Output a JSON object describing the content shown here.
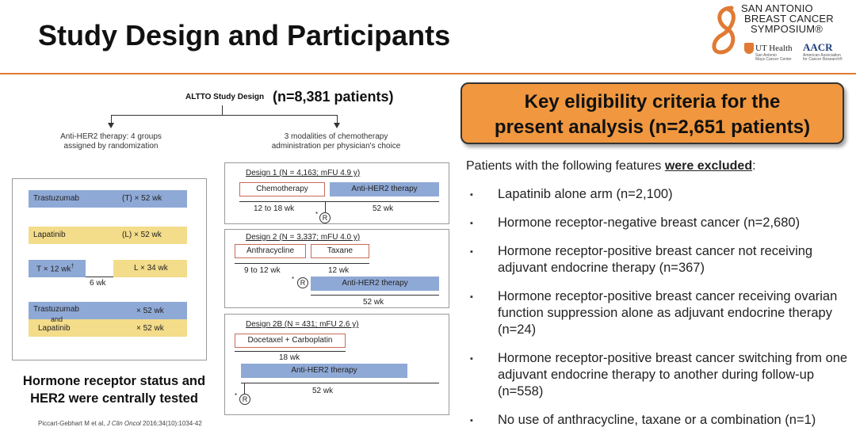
{
  "title": "Study Design and Participants",
  "logo": {
    "line1": "SAN ANTONIO",
    "line2": "BREAST CANCER",
    "line3": "SYMPOSIUM®",
    "ut_name": "UT Health",
    "ut_sub1": "San Antonio",
    "ut_sub2": "Mays Cancer Center",
    "aacr": "AACR",
    "aacr_sub1": "American Association",
    "aacr_sub2": "for Cancer Research®"
  },
  "design": {
    "study_label": "ALTTO Study Design",
    "study_n": "(n=8,381 patients)",
    "left_branch_l1": "Anti-HER2 therapy: 4 groups",
    "left_branch_l2": "assigned by randomization",
    "right_branch_l1": "3 modalities of chemotherapy",
    "right_branch_l2": "administration per physician's choice",
    "groups": {
      "g1_name": "Trastuzumab",
      "g1_dur": "(T) × 52 wk",
      "g2_name": "Lapatinib",
      "g2_dur": "(L) × 52 wk",
      "g3_a": "T × 12 wk",
      "g3_sup": "†",
      "g3_b": "L × 34 wk",
      "g3_gap": "6 wk",
      "g4_name1": "Trastuzumab",
      "g4_and": "and",
      "g4_name2": "Lapatinib",
      "g4_dur1": "× 52 wk",
      "g4_dur2": "× 52 wk"
    },
    "design1": {
      "title": "Design 1 (N = 4,163; mFU 4.9 y)",
      "chemo": "Chemotherapy",
      "anti": "Anti-HER2 therapy",
      "dur_chemo": "12 to 18 wk",
      "dur_anti": "52 wk",
      "r": "R",
      "star": "*"
    },
    "design2": {
      "title": "Design 2 (N = 3,337; mFU 4.0 y)",
      "anthra": "Anthracycline",
      "taxane": "Taxane",
      "dur_anthra": "9 to 12 wk",
      "dur_taxane": "12 wk",
      "anti": "Anti-HER2 therapy",
      "dur_anti": "52 wk",
      "r": "R",
      "star": "*"
    },
    "design2b": {
      "title": "Design 2B (N = 431; mFU 2.6 y)",
      "chemo": "Docetaxel + Carboplatin",
      "dur_chemo": "18 wk",
      "anti": "Anti-HER2 therapy",
      "dur_anti": "52 wk",
      "r": "R",
      "star": "*"
    }
  },
  "hr_note_l1": "Hormone receptor status and",
  "hr_note_l2": "HER2 were centrally tested",
  "citation_prefix": "Piccart-Gebhart M et al, ",
  "citation_journal": "J Clin Oncol",
  "citation_suffix": " 2016;34(10):1034-42",
  "criteria": {
    "heading_l1": "Key eligibility criteria for the",
    "heading_l2": "present analysis (n=2,651 patients)",
    "intro_prefix": "Patients with the following features ",
    "intro_emph": "were excluded",
    "intro_suffix": ":",
    "bullet_glyph": "▪",
    "items": [
      "Lapatinib alone arm (n=2,100)",
      "Hormone receptor-negative breast cancer (n=2,680)",
      "Hormone receptor-positive breast cancer not receiving adjuvant endocrine therapy (n=367)",
      "Hormone receptor-positive breast cancer receiving ovarian function suppression alone as adjuvant endocrine therapy (n=24)",
      "Hormone receptor-positive breast cancer switching from one adjuvant endocrine therapy to another during follow-up (n=558)",
      "No use of anthracycline, taxane or a combination (n=1)"
    ]
  },
  "colors": {
    "accent_orange": "#f0973f",
    "rule_orange": "#e07a34",
    "bar_blue": "#8fa9d6",
    "bar_yellow": "#f3dc8a"
  }
}
